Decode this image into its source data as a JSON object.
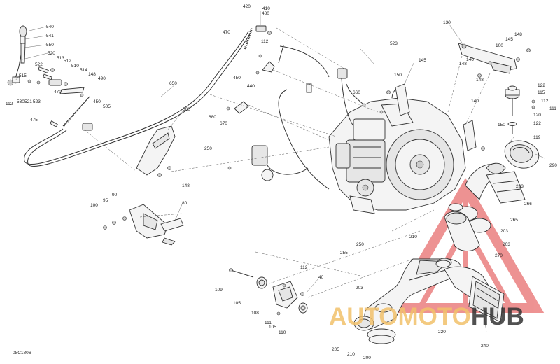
{
  "diagram": {
    "code": "08C1806",
    "callouts": [
      "420",
      "410",
      "480",
      "470",
      "112",
      "540",
      "541",
      "550",
      "520",
      "513",
      "512",
      "522",
      "510",
      "514",
      "148",
      "490",
      "515",
      "530",
      "521",
      "523",
      "112",
      "470",
      "450",
      "505",
      "475",
      "650",
      "500",
      "450",
      "440",
      "680",
      "670",
      "523",
      "150",
      "145",
      "660",
      "130",
      "148",
      "145",
      "100",
      "148",
      "146",
      "148",
      "122",
      "115",
      "112",
      "120",
      "111",
      "122",
      "119",
      "140",
      "150",
      "250",
      "290",
      "203",
      "266",
      "265",
      "203",
      "203",
      "270",
      "210",
      "250",
      "255",
      "112",
      "40",
      "109",
      "105",
      "108",
      "111",
      "105",
      "110",
      "203",
      "220",
      "240",
      "205",
      "210",
      "200",
      "100",
      "95",
      "90",
      "80",
      "148"
    ]
  },
  "watermark": {
    "brand_part1": "AUTO",
    "brand_part2": "MOTO",
    "brand_part3": "HUB",
    "color_orange": "#f2c16b",
    "color_red": "#e03a3a",
    "color_dark": "#333333"
  }
}
